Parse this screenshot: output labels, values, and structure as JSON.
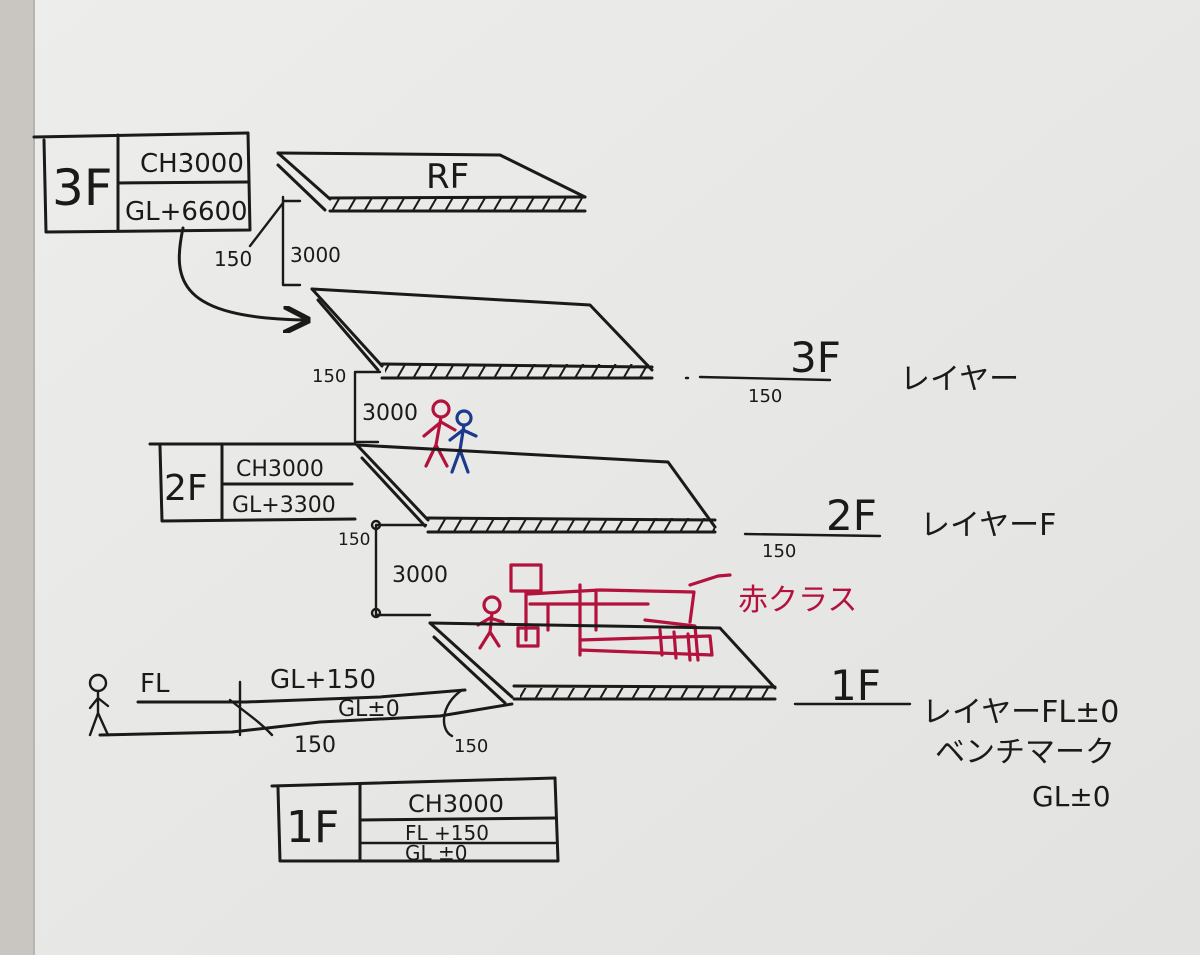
{
  "colors": {
    "board": "#e9e9e7",
    "ink_black": "#1a1a1a",
    "ink_red": "#b3123c",
    "ink_blue": "#1c3a8c"
  },
  "box_3f": {
    "floor": "3F",
    "ch": "CH3000",
    "gl": "GL+6600"
  },
  "box_2f": {
    "floor": "2F",
    "ch": "CH3000",
    "gl": "GL+3300"
  },
  "box_1f": {
    "floor": "1F",
    "ch": "CH3000",
    "fl": "FL +150",
    "gl": "GL ±0"
  },
  "slabs": {
    "rf": "RF",
    "slab_thickness": "150",
    "floor_height": "3000"
  },
  "layers": {
    "l3_floor": "3F",
    "l3_name": "レイヤー",
    "l3_dim": "150",
    "l2_floor": "2F",
    "l2_name": "レイヤーF",
    "l2_dim": "150",
    "l1_floor": "1F",
    "l1_name": "レイヤーFL±0"
  },
  "benchmark": {
    "label": "ベンチマーク",
    "value": "GL±0"
  },
  "ground": {
    "fl": "FL",
    "gl_plus": "GL+150",
    "gl_zero": "GL±0",
    "dim_left": "150",
    "dim_right": "150"
  },
  "annotation": {
    "red_class": "赤クラス"
  }
}
